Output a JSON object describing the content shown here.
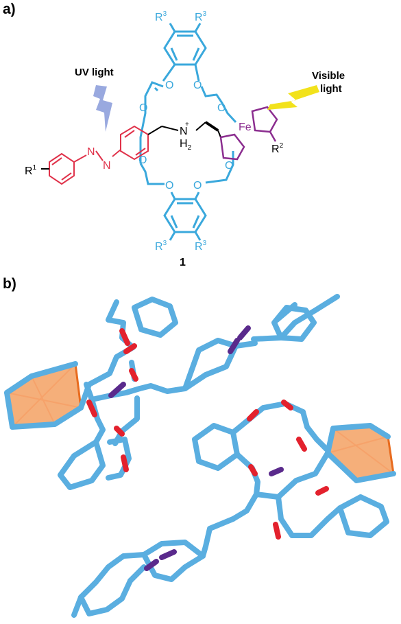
{
  "panels": {
    "a": "a)",
    "b": "b)"
  },
  "labels": {
    "uv": "UV light",
    "visible_1": "Visible",
    "visible_2": "light",
    "compound": "1"
  },
  "atoms": {
    "R": "R",
    "sup1": "1",
    "sup2": "2",
    "sup3": "3",
    "N": "N",
    "NH": "N",
    "H": "H",
    "H_sub": "2",
    "plus": "+",
    "O": "O",
    "Fe": "Fe"
  },
  "colors": {
    "crown": "#3aa8dc",
    "azo": "#e0324a",
    "ferrocene": "#8b2d8f",
    "uv_bolt": "#8ea0dc",
    "visible_bolt": "#f2e21c",
    "stick_blue": "#5aaee0",
    "stick_red": "#e3212d",
    "stick_purple": "#5a2a8c",
    "iron_cage": "#ee7a22"
  }
}
